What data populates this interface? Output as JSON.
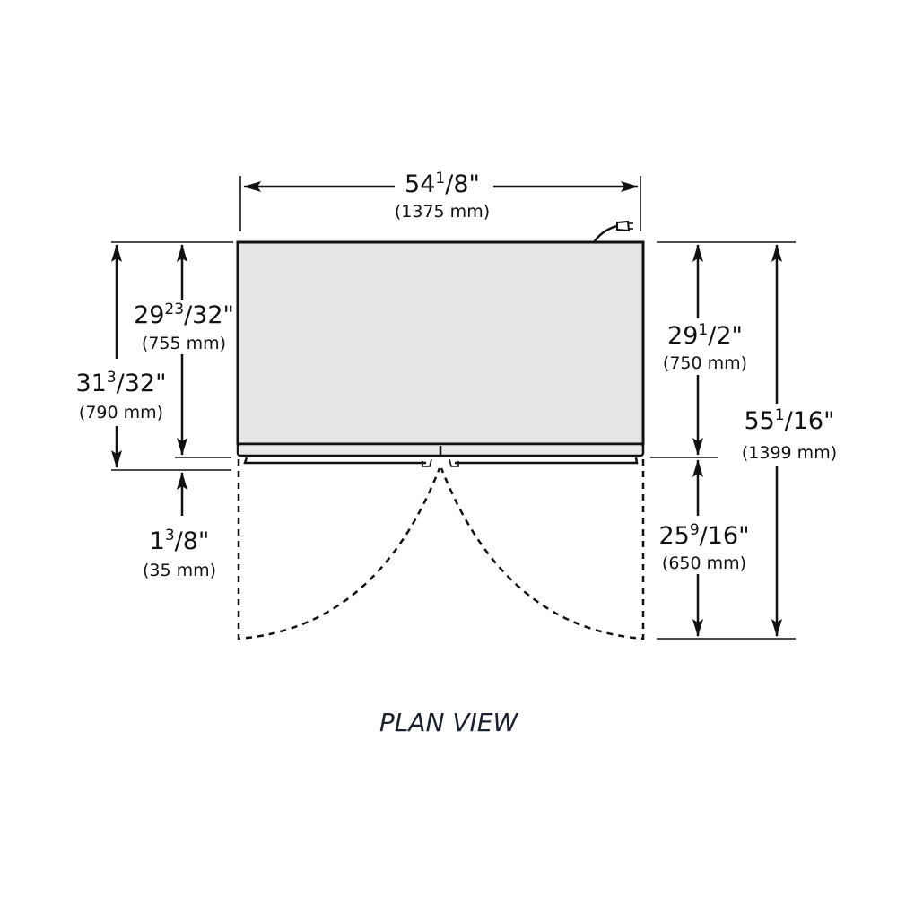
{
  "title": "PLAN VIEW",
  "dimensions": {
    "width": {
      "whole": "54",
      "num": "1",
      "den": "/8\"",
      "mm": "(1375 mm)"
    },
    "depth_total_left": {
      "whole": "31",
      "num": "3",
      "den": "/32\"",
      "mm": "(790 mm)"
    },
    "depth_cabinet_left": {
      "whole": "29",
      "num": "23",
      "den": "/32\"",
      "mm": "(755 mm)"
    },
    "handle_depth": {
      "whole": "1",
      "num": "3",
      "den": "/8\"",
      "mm": "(35 mm)"
    },
    "depth_cabinet_right": {
      "whole": "29",
      "num": "1",
      "den": "/2\"",
      "mm": "(750 mm)"
    },
    "depth_with_doors_open": {
      "whole": "55",
      "num": "1",
      "den": "/16\"",
      "mm": "(1399 mm)"
    },
    "door_swing": {
      "whole": "25",
      "num": "9",
      "den": "/16\"",
      "mm": "(650 mm)"
    }
  },
  "colors": {
    "cabinet_fill": "#e6e6e6",
    "line": "#111111"
  }
}
